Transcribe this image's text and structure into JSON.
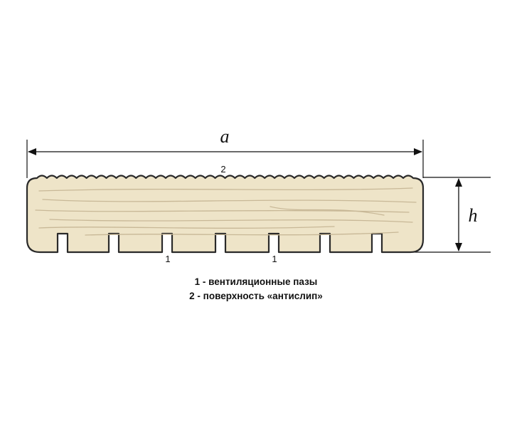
{
  "dimensions": {
    "width_label": "a",
    "height_label": "h"
  },
  "callouts": {
    "surface": "2",
    "groove_left": "1",
    "groove_right": "1"
  },
  "legend": {
    "line1": "1 - вентиляционные пазы",
    "line2": "2 - поверхность «антислип»"
  },
  "colors": {
    "wood_fill": "#eee4c8",
    "wood_grain": "#c8b897",
    "outline": "#2a2a2a",
    "line": "#111111"
  }
}
